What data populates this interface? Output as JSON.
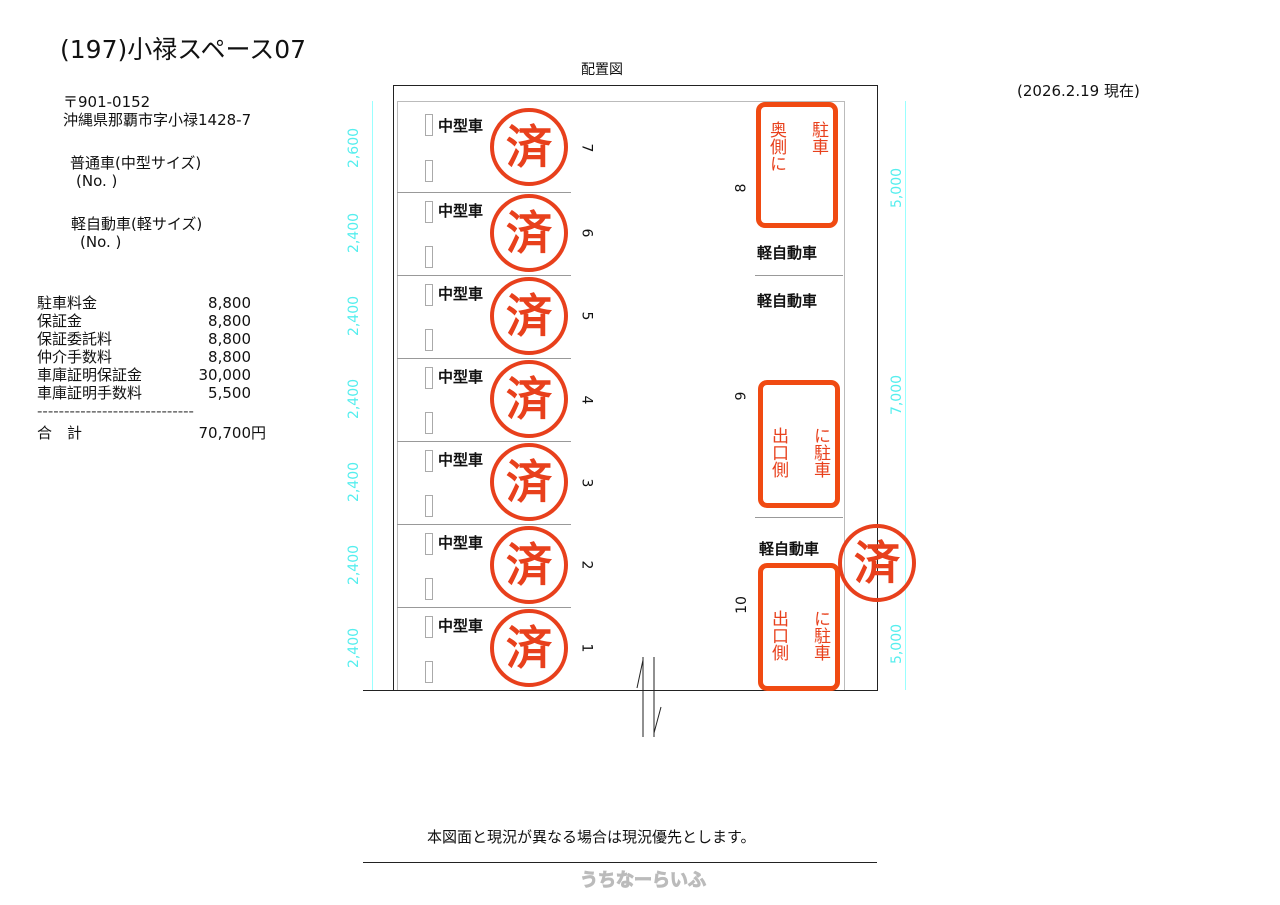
{
  "title": "(197)小禄スペース07",
  "date": "(2026.2.19 現在)",
  "postal": "〒901-0152",
  "address": "沖縄県那覇市字小禄1428-7",
  "car_types": [
    {
      "label": "普通車(中型サイズ)",
      "no": "(No.  )"
    },
    {
      "label": "軽自動車(軽サイズ)",
      "no": "(No.  )"
    }
  ],
  "fees": [
    {
      "label": "駐車料金",
      "value": "8,800"
    },
    {
      "label": "保証金",
      "value": "8,800"
    },
    {
      "label": "保証委託料",
      "value": "8,800"
    },
    {
      "label": "仲介手数料",
      "value": "8,800"
    },
    {
      "label": "車庫証明保証金",
      "value": "30,000"
    },
    {
      "label": "車庫証明手数料",
      "value": "5,500"
    }
  ],
  "separator": "-----------------------------",
  "total": {
    "label": "合　計",
    "value": "70,700円"
  },
  "diagram": {
    "title": "配置図",
    "left_dims": [
      "2,600",
      "2,400",
      "2,400",
      "2,400",
      "2,400",
      "2,400",
      "2,400"
    ],
    "right_dims": [
      "5,000",
      "7,000",
      "5,000"
    ],
    "slots": [
      {
        "no": "7",
        "type": "中型車",
        "stamp": "済"
      },
      {
        "no": "6",
        "type": "中型車",
        "stamp": "済"
      },
      {
        "no": "5",
        "type": "中型車",
        "stamp": "済"
      },
      {
        "no": "4",
        "type": "中型車",
        "stamp": "済"
      },
      {
        "no": "3",
        "type": "中型車",
        "stamp": "済"
      },
      {
        "no": "2",
        "type": "中型車",
        "stamp": "済"
      },
      {
        "no": "1",
        "type": "中型車",
        "stamp": "済"
      }
    ],
    "right_slots": [
      {
        "no": "8",
        "type": "軽自動車",
        "note_a": "駐車",
        "note_b": "奥側に"
      },
      {
        "no": "9",
        "type": "軽自動車",
        "note_a": "に駐車",
        "note_b": "出口側"
      },
      {
        "no": "10",
        "type": "軽自動車",
        "note_a": "に駐車",
        "note_b": "出口側",
        "stamp": "済"
      }
    ]
  },
  "footer_note": "本図面と現況が異なる場合は現況優先とします。",
  "watermark": "うちなーらいふ"
}
